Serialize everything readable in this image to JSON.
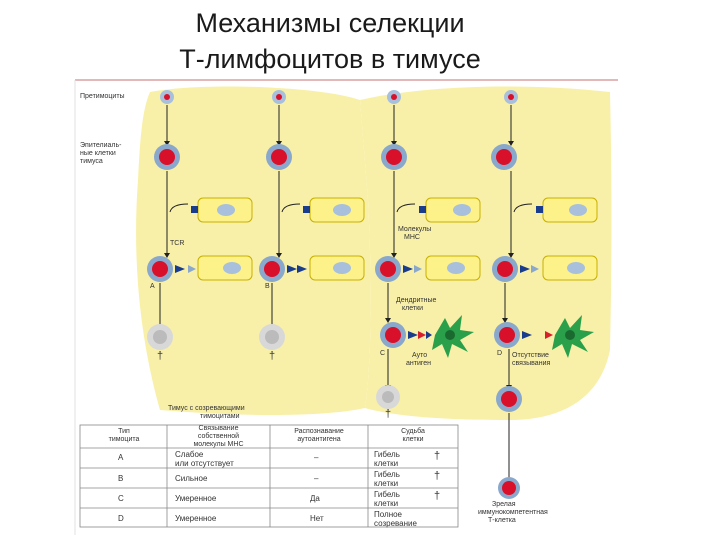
{
  "title": {
    "line1": "Механизмы селекции",
    "line2": "Т-лимфоцитов  в тимусе"
  },
  "labels": {
    "pretimocytes": "Претимоциты",
    "epithelial_1": "Эпителиаль-",
    "epithelial_2": "ные клетки",
    "epithelial_3": "тимуса",
    "tcr": "TCR",
    "mhc_1": "Молекулы",
    "mhc_2": "МНС",
    "dendritic_1": "Дендритные",
    "dendritic_2": "клетки",
    "auto_1": "Ауто",
    "auto_2": "антиген",
    "absence_1": "Отсутствие",
    "absence_2": "связывания",
    "letter_a": "A",
    "letter_b": "B",
    "letter_c": "C",
    "letter_d": "D",
    "dagger": "†",
    "thymus_1": "Тимус с созревающими",
    "thymus_2": "тимоцитами",
    "mature_1": "Зрелая",
    "mature_2": "иммунокомпетентная",
    "mature_3": "Т-клетка"
  },
  "table": {
    "headers": [
      [
        "Тип",
        "тимоцита"
      ],
      [
        "Связывание",
        "собственной",
        "молекулы МНС"
      ],
      [
        "Распознавание",
        "аутоантигена"
      ],
      [
        "Судьба",
        "клетки"
      ]
    ],
    "rows": [
      {
        "type": "A",
        "binding": [
          "Слабое",
          "или отсутствует"
        ],
        "recognition": "–",
        "fate": [
          "Гибель",
          "клетки"
        ],
        "mark": "†"
      },
      {
        "type": "B",
        "binding": [
          "Сильное"
        ],
        "recognition": "–",
        "fate": [
          "Гибель",
          "клетки"
        ],
        "mark": "†"
      },
      {
        "type": "C",
        "binding": [
          "Умеренное"
        ],
        "recognition": "Да",
        "fate": [
          "Гибель",
          "клетки"
        ],
        "mark": "†"
      },
      {
        "type": "D",
        "binding": [
          "Умеренное"
        ],
        "recognition": "Нет",
        "fate": [
          "Полное",
          "созревание"
        ],
        "mark": ""
      }
    ]
  },
  "colors": {
    "thymus_fill": "#f8f0a8",
    "epithelial_fill": "#fdf28a",
    "nucleus_red": "#d8102a",
    "nucleus_blue": "#a8c0dc",
    "cell_blue": "#8aa8cc",
    "dendritic_green": "#2aa04a",
    "tcr_blue": "#1a3c8c",
    "mhc_red": "#d8202a",
    "dead_cell": "#d8d8d8"
  }
}
